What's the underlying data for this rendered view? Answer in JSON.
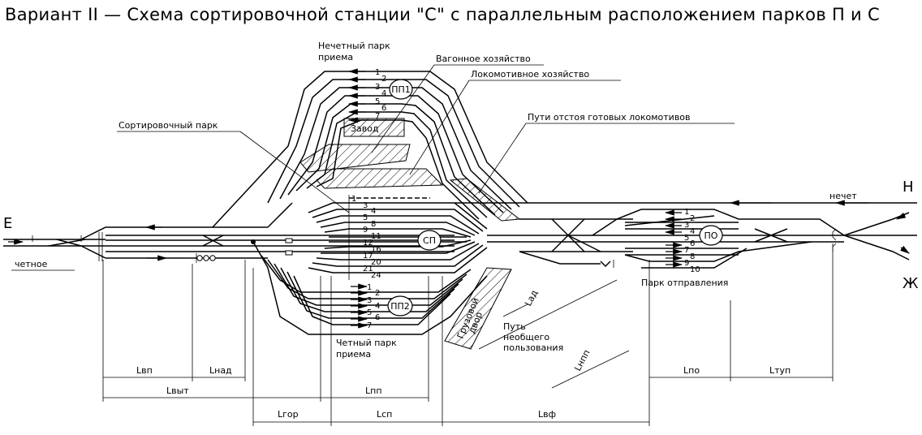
{
  "title": "Вариант II — Схема сортировочной станции \"С\" с параллельным расположением парков П и С",
  "labels": {
    "odd_receiving_park": [
      "Нечетный парк",
      "приема"
    ],
    "wagon_facility": "Вагонное хозяйство",
    "loco_facility": "Локомотивное хозяйство",
    "ready_loco_tracks": "Пути отстоя готовых локомотивов",
    "sorting_park": "Сортировочный парк",
    "factory": "Завод",
    "even_receiving_park": [
      "Четный парк",
      "приема"
    ],
    "departure_park": "Парк отправления",
    "freight_yard": [
      "Грузовой",
      "двор"
    ],
    "nonpublic_track": [
      "Путь",
      "необщего",
      "пользования"
    ],
    "even_dir": "четное",
    "odd_dir": "нечет",
    "point_e": "Е",
    "point_n": "Н",
    "point_zh": "Ж",
    "pp1": "ПП1",
    "pp2": "ПП2",
    "sp": "СП",
    "po": "ПО"
  },
  "track_numbers": {
    "pp1": [
      "1",
      "2",
      "3",
      "4",
      "5",
      "6",
      "7"
    ],
    "sp": [
      "1",
      "3",
      "4",
      "5",
      "8",
      "9",
      "11",
      "12",
      "16",
      "17",
      "20",
      "21",
      "24"
    ],
    "pp2": [
      "1",
      "2",
      "3",
      "4",
      "5",
      "6",
      "7"
    ],
    "po": [
      "1",
      "2",
      "3",
      "4",
      "5",
      "6",
      "7",
      "8",
      "9",
      "10"
    ]
  },
  "dimensions": {
    "lvp": "Lвп",
    "lnad": "Lнад",
    "lvyt": "Lвыт",
    "lpp": "Lпп",
    "lgor": "Lгор",
    "lsp": "Lсп",
    "lvf": "Lвф",
    "lpo": "Lпо",
    "ltup": "Lтуп",
    "lad": "Lад",
    "lnpp": "Lнпп"
  }
}
